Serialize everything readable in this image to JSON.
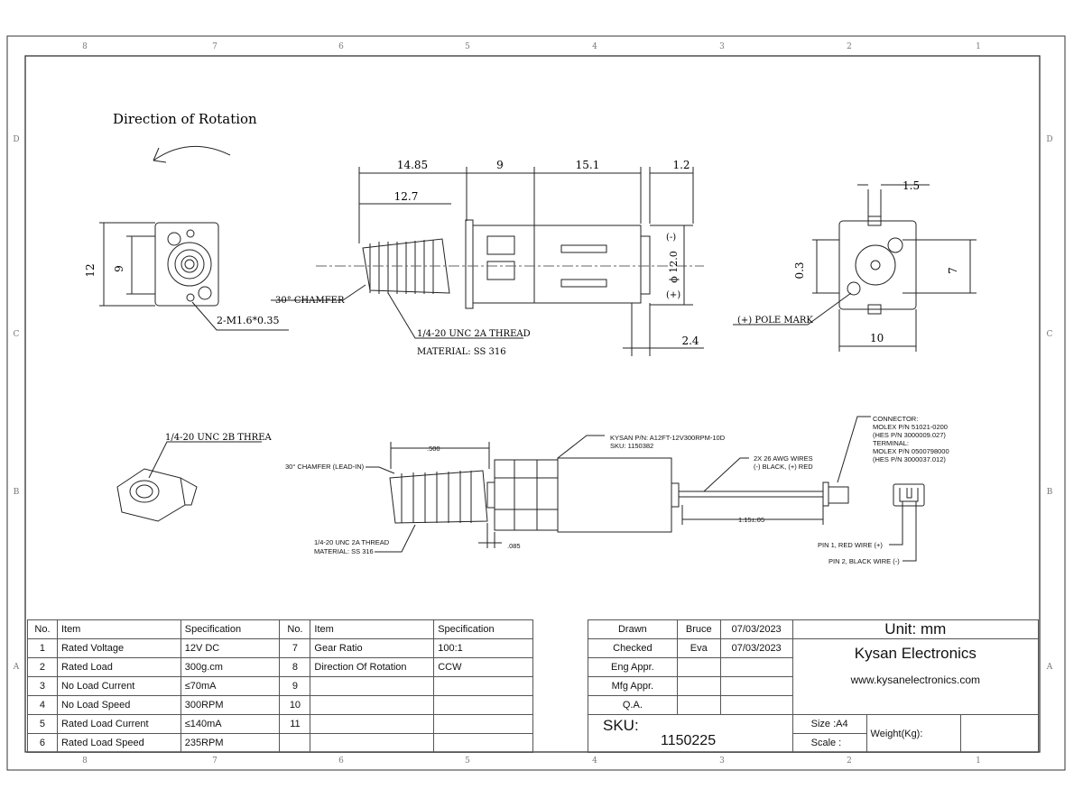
{
  "frame": {
    "columns": [
      "8",
      "7",
      "6",
      "5",
      "4",
      "3",
      "2",
      "1"
    ],
    "rows": [
      "D",
      "C",
      "B",
      "A"
    ]
  },
  "top_view": {
    "rotation_title": "Direction of Rotation",
    "dims": {
      "width_12": "12",
      "height_9": "9",
      "holes": "2-M1.6*0.35"
    },
    "side_dims": {
      "d1": "14.85",
      "d2": "9",
      "d3": "15.1",
      "d4": "1.2",
      "d5": "12.7",
      "d6": "2.4",
      "dia": "ϕ 12.0",
      "minus": "(-)",
      "plus": "(+)"
    },
    "chamfer": "30° CHAMFER",
    "thread": "1/4-20 UNC 2A THREAD",
    "material": "MATERIAL: SS 316",
    "end_dims": {
      "d1": "1.5",
      "d2": "0.3",
      "d3": "7",
      "d4": "10"
    },
    "pole_mark": "(+) POLE MARK"
  },
  "lower_view": {
    "nut_label": "1/4-20 UNC 2B THREA",
    "dim_500": ".500",
    "chamfer": "30° CHAMFER (LEAD-IN)",
    "thread": "1/4-20 UNC 2A THREAD",
    "material": "MATERIAL: SS 316",
    "dim_085": ".085",
    "kysan_pn": "KYSAN P/N: A12FT-12V300RPM-10D",
    "sku": "SKU: 1150382",
    "wires": [
      "2X 26 AWG WIRES",
      "(-) BLACK, (+) RED"
    ],
    "wire_len": "1.15±.05",
    "connector": [
      "CONNECTOR:",
      "MOLEX P/N 51021-0200",
      "(HES P/N 3000009.027)",
      "TERMINAL:",
      "MOLEX P/N 0500798000",
      "(HES P/N 3000037.012)"
    ],
    "pin1": "PIN 1, RED WIRE (+)",
    "pin2": "PIN 2, BLACK WIRE (-)"
  },
  "spec_table": {
    "headers": [
      "No.",
      "Item",
      "Specification",
      "No.",
      "Item",
      "Specification"
    ],
    "rows": [
      [
        "1",
        "Rated Voltage",
        "12V DC",
        "7",
        "Gear  Ratio",
        "100:1"
      ],
      [
        "2",
        "Rated Load",
        "300g.cm",
        "8",
        "Direction Of Rotation",
        "CCW"
      ],
      [
        "3",
        "No Load Current",
        "≤70mA",
        "9",
        "",
        ""
      ],
      [
        "4",
        "No Load Speed",
        "300RPM",
        "10",
        "",
        ""
      ],
      [
        "5",
        "Rated Load Current",
        "≤140mA",
        "11",
        "",
        ""
      ],
      [
        "6",
        "Rated Load Speed",
        "235RPM",
        "",
        "",
        ""
      ]
    ]
  },
  "title_block": {
    "rows": [
      [
        "Drawn",
        "Bruce",
        "07/03/2023"
      ],
      [
        "Checked",
        "Eva",
        "07/03/2023"
      ],
      [
        "Eng Appr.",
        "",
        ""
      ],
      [
        "Mfg Appr.",
        "",
        ""
      ],
      [
        "Q.A.",
        "",
        ""
      ]
    ],
    "unit": "Unit: mm",
    "company": "Kysan Electronics",
    "website": "www.kysanelectronics.com",
    "sku_label": "SKU:",
    "sku_value": "1150225",
    "size": "Size :A4",
    "scale": "Scale :",
    "weight": "Weight(Kg):"
  }
}
